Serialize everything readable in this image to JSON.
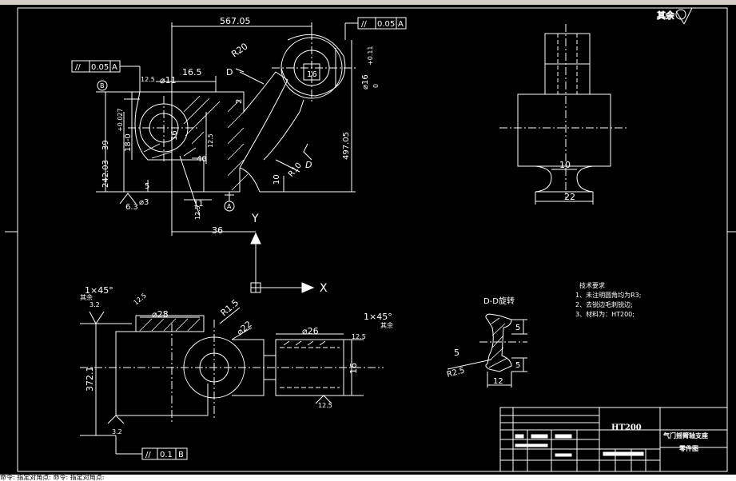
{
  "frame": {
    "roughness_note": "其余"
  },
  "front_view": {
    "dims": {
      "d567": "567.05",
      "r20": "R20",
      "d16_5": "16.5",
      "d11": "⌀11",
      "d12_5a": "12.5",
      "d18": "18-0",
      "d0027": "+0.027",
      "d39": "39",
      "d24203": "242.03",
      "d5a": "5",
      "d6_3": "6.3",
      "d3": "⌀3",
      "d16a": "16",
      "d12_5b": "12.5",
      "d40": "40",
      "d11b": "11",
      "d12_5c": "12.5",
      "d36": "36",
      "d10a": "10",
      "r10": "R10",
      "d49705": "497.05",
      "d16b": "⌀16",
      "d011": "+0.11",
      "d0": "0",
      "d16c": "16",
      "d2": "2",
      "sec_d1": "D",
      "sec_d2": "D"
    },
    "tol1": {
      "sym": "//",
      "val": "0.05",
      "datum": "A"
    },
    "tol2": {
      "sym": "//",
      "val": "0.05",
      "datum": "A"
    },
    "datum_b": "B",
    "datum_a": "A"
  },
  "ucs": {
    "x": "X",
    "y": "Y"
  },
  "side_view": {
    "d10": "10",
    "d22": "22"
  },
  "top_view": {
    "d1x45a": "1×45°",
    "d3_2a": "3.2",
    "rough_a": "其余",
    "d12_5a": "12.5",
    "d28": "⌀28",
    "r1_5": "R1.5",
    "d22": "⌀22",
    "d26": "⌀26",
    "d1x45b": "1×45°",
    "rough_b": "其余",
    "d12_5b": "12.5",
    "d16": "16",
    "d372": "372.1",
    "d3_2b": "3.2",
    "d12_5c": "12.5",
    "tol": {
      "sym": "//",
      "val": "0.1",
      "datum": "B"
    }
  },
  "section_dd": {
    "title": "D-D旋转",
    "d5a": "5",
    "d5b": "5",
    "d5c": "5",
    "r2_5": "R2.5",
    "d12": "12"
  },
  "tech": {
    "heading": "技术要求",
    "items": [
      "1、未注明圆角均为R3;",
      "2、去锐边毛刺锐边;",
      "3、材料为：HT200;"
    ]
  },
  "title_block": {
    "material": "HT200",
    "title1": "气门摇臂轴支座",
    "title2": "零件图"
  },
  "cmdbar": {
    "text": "命令: 指定对角点: 命令: 指定对角点:"
  }
}
